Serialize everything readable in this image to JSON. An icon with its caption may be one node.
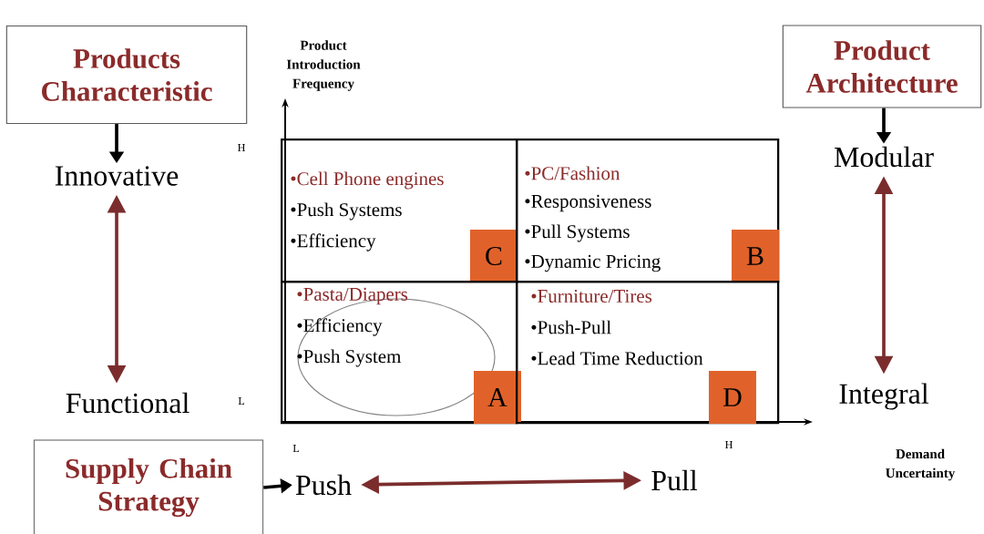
{
  "diagram": {
    "nodes": [
      {
        "text": [
          "Products Characteristic"
        ]
      },
      {
        "text": [
          "Innovative"
        ]
      },
      {
        "text": [
          "Functional"
        ]
      },
      {
        "text": [
          "Product Architecture"
        ]
      },
      {
        "text": [
          "Modular"
        ]
      },
      {
        "text": [
          "Integral"
        ]
      },
      {
        "text": [
          "Supply Chain Strategy"
        ]
      },
      {
        "text": [
          "Push"
        ]
      },
      {
        "text": [
          "Pull"
        ]
      },
      {
        "text": [
          "•Cell Phone engines",
          "•Push Systems",
          "•Efficiency"
        ]
      },
      {
        "text": [
          "C"
        ],
        "in": 9
      },
      {
        "text": [
          "•PC/Fashion",
          "•Responsiveness",
          "•Pull Systems",
          "•Dynamic Pricing"
        ]
      },
      {
        "text": [
          "B"
        ],
        "in": 11
      },
      {
        "text": [
          "•Pasta/Diapers",
          "•Efficiency",
          "•Push System"
        ]
      },
      {
        "text": [
          "A"
        ],
        "in": 13
      },
      {
        "text": [
          "•Furniture/Tires",
          "•Push-Pull",
          "•Lead Time Reduction"
        ]
      },
      {
        "text": [
          "D"
        ],
        "in": 15
      }
    ],
    "edges": [
      {
        "from": 0,
        "to": 1,
        "arrow": "to"
      },
      {
        "from": 1,
        "to": 2,
        "arrow": "both",
        "color": "#7b2d2d"
      },
      {
        "from": 3,
        "to": 4,
        "arrow": "to"
      },
      {
        "from": 4,
        "to": 5,
        "arrow": "both",
        "color": "#7b2d2d"
      },
      {
        "from": 6,
        "to": 7,
        "arrow": "to"
      },
      {
        "from": 7,
        "to": 8,
        "arrow": "both",
        "color": "#7b2d2d"
      }
    ],
    "labels": [
      "Product Introduction Frequency",
      "H",
      "L",
      "L",
      "H",
      "Demand Uncertainty"
    ]
  }
}
